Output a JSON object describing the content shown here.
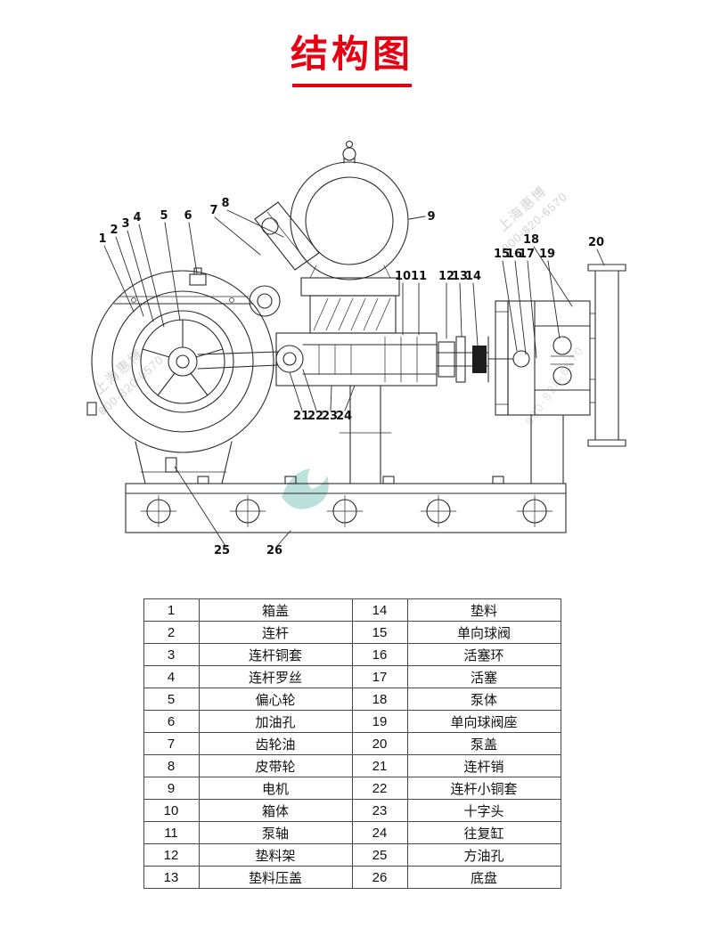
{
  "page": {
    "title": "结构图",
    "accent_color": "#e60012"
  },
  "watermark": {
    "company": "上海惠博",
    "phone": "800-820-6570"
  },
  "diagram": {
    "callouts": [
      "1",
      "2",
      "3",
      "4",
      "5",
      "6",
      "7",
      "8",
      "9",
      "10",
      "11",
      "12",
      "13",
      "14",
      "15",
      "16",
      "17",
      "18",
      "19",
      "20",
      "21",
      "22",
      "23",
      "24",
      "25",
      "26"
    ]
  },
  "parts_table": {
    "rows": [
      [
        "1",
        "箱盖",
        "14",
        "垫料"
      ],
      [
        "2",
        "连杆",
        "15",
        "单向球阀"
      ],
      [
        "3",
        "连杆铜套",
        "16",
        "活塞环"
      ],
      [
        "4",
        "连杆罗丝",
        "17",
        "活塞"
      ],
      [
        "5",
        "偏心轮",
        "18",
        "泵体"
      ],
      [
        "6",
        "加油孔",
        "19",
        "单向球阀座"
      ],
      [
        "7",
        "齿轮油",
        "20",
        "泵盖"
      ],
      [
        "8",
        "皮带轮",
        "21",
        "连杆销"
      ],
      [
        "9",
        "电机",
        "22",
        "连杆小铜套"
      ],
      [
        "10",
        "箱体",
        "23",
        "十字头"
      ],
      [
        "11",
        "泵轴",
        "24",
        "往复缸"
      ],
      [
        "12",
        "垫料架",
        "25",
        "方油孔"
      ],
      [
        "13",
        "垫料压盖",
        "26",
        "底盘"
      ]
    ]
  }
}
